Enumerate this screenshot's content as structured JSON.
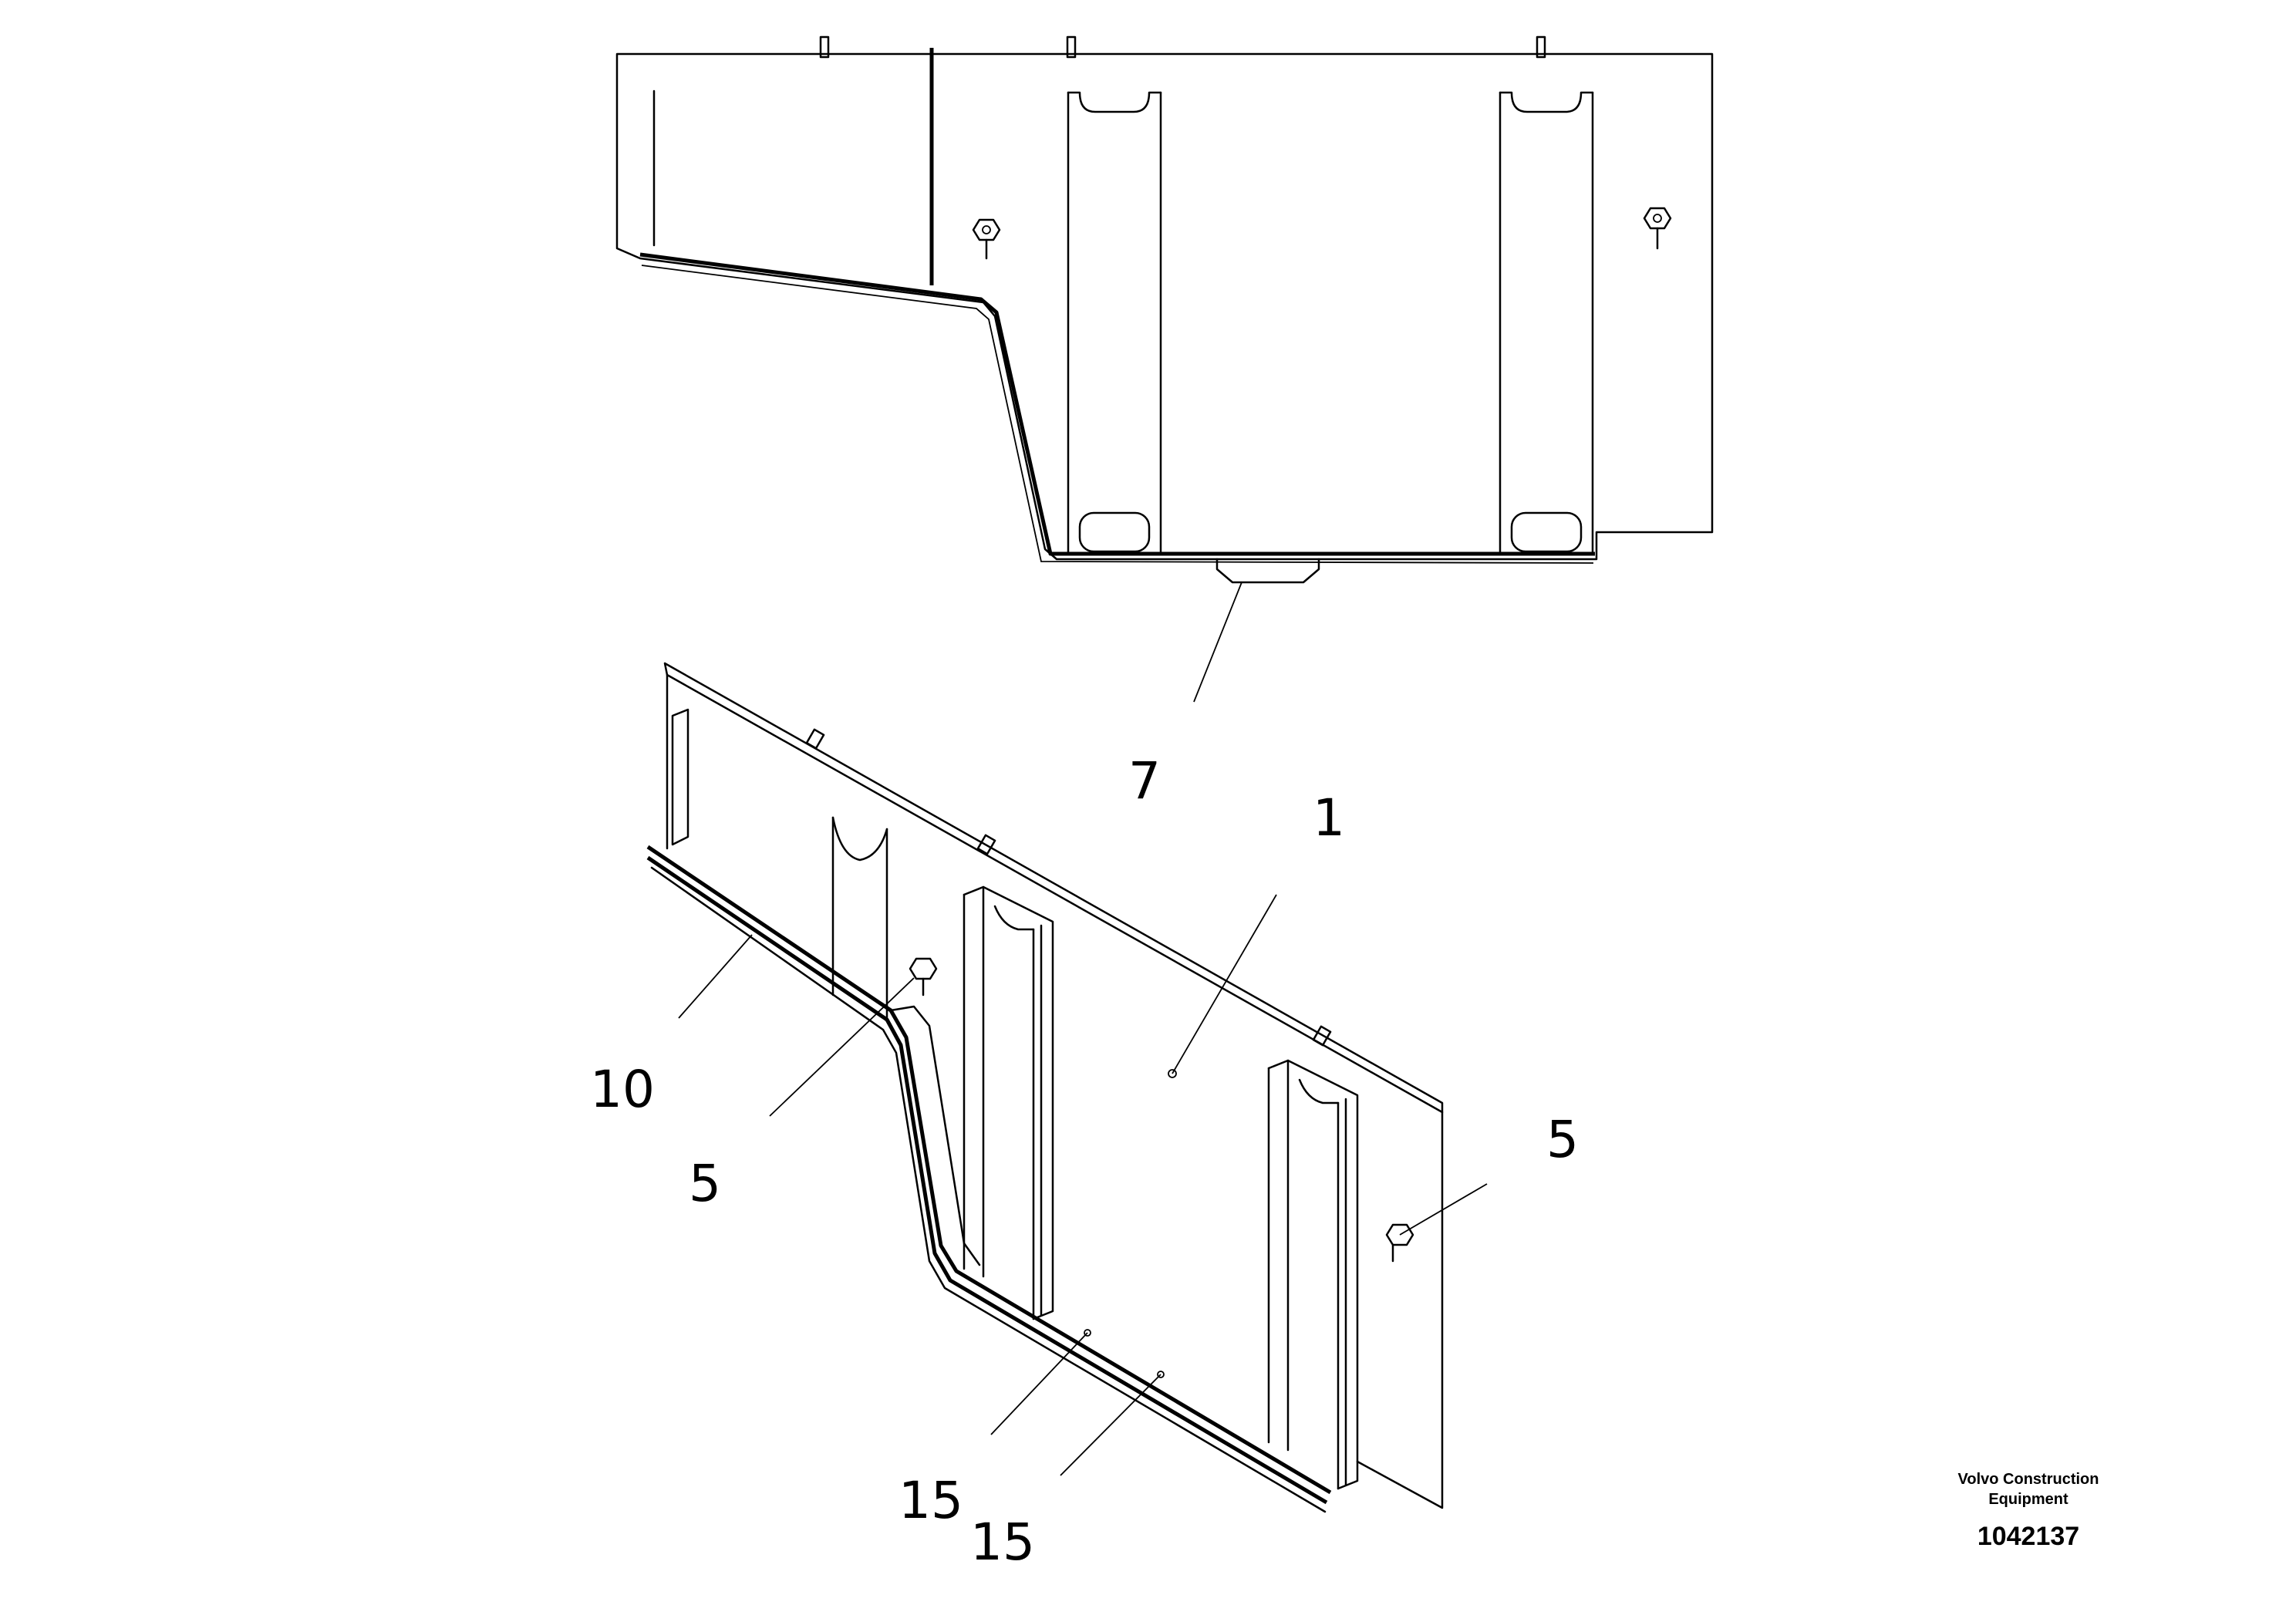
{
  "callouts": {
    "c7": "7",
    "c1": "1",
    "c10": "10",
    "c5_left": "5",
    "c5_right": "5",
    "c15_a": "15",
    "c15_b": "15"
  },
  "title_block": {
    "company_line1": "Volvo Construction",
    "company_line2": "Equipment",
    "drawing_number": "1042137"
  }
}
